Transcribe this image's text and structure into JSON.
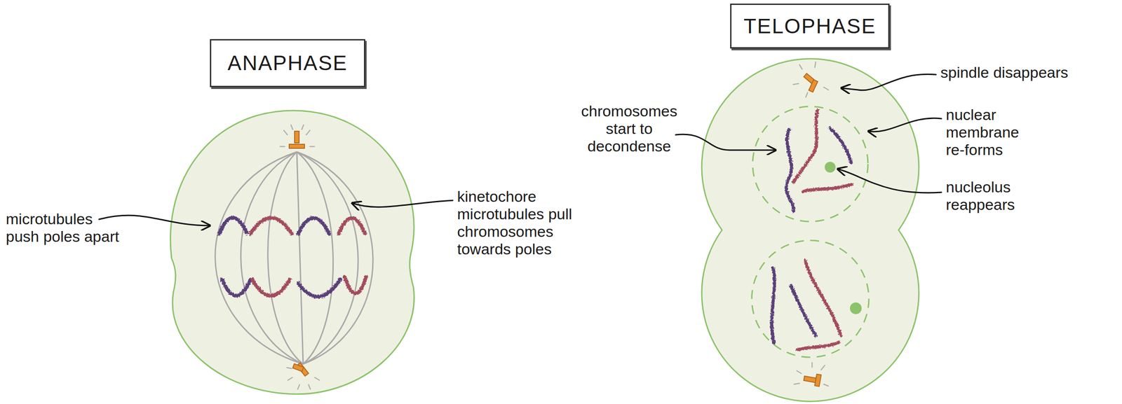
{
  "diagram": {
    "nodes": [
      {
        "text": [
          "ANAPHASE"
        ]
      },
      {
        "text": [
          "TELOPHASE"
        ]
      }
    ],
    "labels": [
      "microtubules push poles apart",
      "kinetochore microtubules pull chromosomes towards poles",
      "chromosomes start to decondense",
      "spindle disappears",
      "nuclear membrane re-forms",
      "nucleolus reappears"
    ]
  }
}
